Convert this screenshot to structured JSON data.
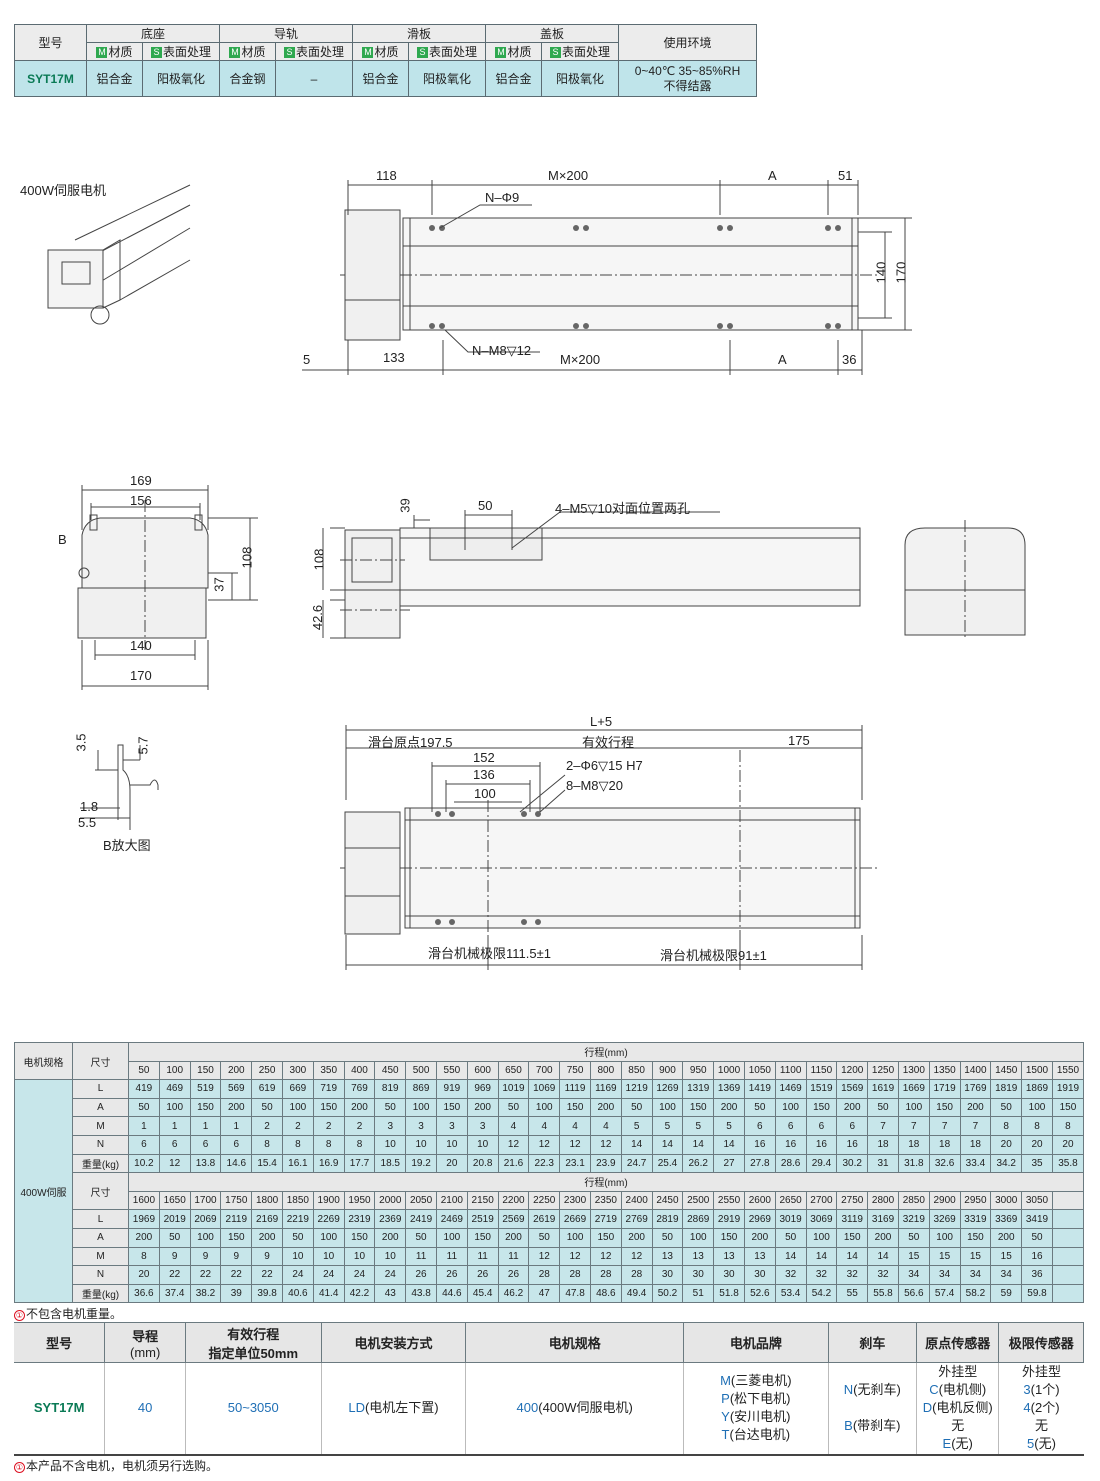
{
  "material": {
    "headers": {
      "model": "型号",
      "base": "底座",
      "rail": "导轨",
      "slider": "滑板",
      "cover": "盖板",
      "env": "使用环境",
      "mat": "材质",
      "surf": "表面处理",
      "tag_m": "M",
      "tag_s": "S"
    },
    "row": {
      "model": "SYT17M",
      "base_mat": "铝合金",
      "base_surf": "阳极氧化",
      "rail_mat": "合金钢",
      "rail_surf": "–",
      "slider_mat": "铝合金",
      "slider_surf": "阳极氧化",
      "cover_mat": "铝合金",
      "cover_surf": "阳极氧化",
      "env1": "0~40℃ 35~85%RH",
      "env2": "不得结露"
    }
  },
  "drawing": {
    "motor_label": "400W伺服电机",
    "top_view": {
      "d118": "118",
      "dM200": "M×200",
      "dA": "A",
      "d51": "51",
      "nphi9": "N–Φ9",
      "d140": "140",
      "d170": "170",
      "d5": "5",
      "d133": "133",
      "nm8": "N–M8▽12",
      "dM200b": "M×200",
      "dAb": "A",
      "d36": "36"
    },
    "end_view": {
      "d169": "169",
      "d156": "156",
      "b": "B",
      "d37": "37",
      "d108": "108",
      "d140": "140",
      "d170": "170"
    },
    "side_view": {
      "d39": "39",
      "d50": "50",
      "holes": "4–M5▽10对面位置两孔",
      "d108": "108",
      "d426": "42.6"
    },
    "detail_b": {
      "d35": "3.5",
      "d57": "5.7",
      "d18": "1.8",
      "d55": "5.5",
      "caption": "B放大图"
    },
    "bottom_view": {
      "l5": "L+5",
      "origin": "滑台原点197.5",
      "stroke": "有效行程",
      "d175": "175",
      "d152": "152",
      "d136": "136",
      "d100": "100",
      "phi6": "2–Φ6▽15 H7",
      "m8": "8–M8▽20",
      "limit1": "滑台机械极限111.5±1",
      "limit2": "滑台机械极限91±1"
    }
  },
  "spec": {
    "motor_col": "电机规格",
    "size_col": "尺寸",
    "stroke_hdr": "行程(mm)",
    "motor": "400W伺服",
    "row_labels": [
      "L",
      "A",
      "M",
      "N",
      "重量(kg)"
    ],
    "block1": {
      "strokes": [
        "50",
        "100",
        "150",
        "200",
        "250",
        "300",
        "350",
        "400",
        "450",
        "500",
        "550",
        "600",
        "650",
        "700",
        "750",
        "800",
        "850",
        "900",
        "950",
        "1000",
        "1050",
        "1100",
        "1150",
        "1200",
        "1250",
        "1300",
        "1350",
        "1400",
        "1450",
        "1500",
        "1550"
      ],
      "L": [
        "419",
        "469",
        "519",
        "569",
        "619",
        "669",
        "719",
        "769",
        "819",
        "869",
        "919",
        "969",
        "1019",
        "1069",
        "1119",
        "1169",
        "1219",
        "1269",
        "1319",
        "1369",
        "1419",
        "1469",
        "1519",
        "1569",
        "1619",
        "1669",
        "1719",
        "1769",
        "1819",
        "1869",
        "1919"
      ],
      "A": [
        "50",
        "100",
        "150",
        "200",
        "50",
        "100",
        "150",
        "200",
        "50",
        "100",
        "150",
        "200",
        "50",
        "100",
        "150",
        "200",
        "50",
        "100",
        "150",
        "200",
        "50",
        "100",
        "150",
        "200",
        "50",
        "100",
        "150",
        "200",
        "50",
        "100",
        "150"
      ],
      "M": [
        "1",
        "1",
        "1",
        "1",
        "2",
        "2",
        "2",
        "2",
        "3",
        "3",
        "3",
        "3",
        "4",
        "4",
        "4",
        "4",
        "5",
        "5",
        "5",
        "5",
        "6",
        "6",
        "6",
        "6",
        "7",
        "7",
        "7",
        "7",
        "8",
        "8",
        "8"
      ],
      "N": [
        "6",
        "6",
        "6",
        "6",
        "8",
        "8",
        "8",
        "8",
        "10",
        "10",
        "10",
        "10",
        "12",
        "12",
        "12",
        "12",
        "14",
        "14",
        "14",
        "14",
        "16",
        "16",
        "16",
        "16",
        "18",
        "18",
        "18",
        "18",
        "20",
        "20",
        "20"
      ],
      "W": [
        "10.2",
        "12",
        "13.8",
        "14.6",
        "15.4",
        "16.1",
        "16.9",
        "17.7",
        "18.5",
        "19.2",
        "20",
        "20.8",
        "21.6",
        "22.3",
        "23.1",
        "23.9",
        "24.7",
        "25.4",
        "26.2",
        "27",
        "27.8",
        "28.6",
        "29.4",
        "30.2",
        "31",
        "31.8",
        "32.6",
        "33.4",
        "34.2",
        "35",
        "35.8"
      ]
    },
    "block2": {
      "strokes": [
        "1600",
        "1650",
        "1700",
        "1750",
        "1800",
        "1850",
        "1900",
        "1950",
        "2000",
        "2050",
        "2100",
        "2150",
        "2200",
        "2250",
        "2300",
        "2350",
        "2400",
        "2450",
        "2500",
        "2550",
        "2600",
        "2650",
        "2700",
        "2750",
        "2800",
        "2850",
        "2900",
        "2950",
        "3000",
        "3050"
      ],
      "L": [
        "1969",
        "2019",
        "2069",
        "2119",
        "2169",
        "2219",
        "2269",
        "2319",
        "2369",
        "2419",
        "2469",
        "2519",
        "2569",
        "2619",
        "2669",
        "2719",
        "2769",
        "2819",
        "2869",
        "2919",
        "2969",
        "3019",
        "3069",
        "3119",
        "3169",
        "3219",
        "3269",
        "3319",
        "3369",
        "3419"
      ],
      "A": [
        "200",
        "50",
        "100",
        "150",
        "200",
        "50",
        "100",
        "150",
        "200",
        "50",
        "100",
        "150",
        "200",
        "50",
        "100",
        "150",
        "200",
        "50",
        "100",
        "150",
        "200",
        "50",
        "100",
        "150",
        "200",
        "50",
        "100",
        "150",
        "200",
        "50"
      ],
      "M": [
        "8",
        "9",
        "9",
        "9",
        "9",
        "10",
        "10",
        "10",
        "10",
        "11",
        "11",
        "11",
        "11",
        "12",
        "12",
        "12",
        "12",
        "13",
        "13",
        "13",
        "13",
        "14",
        "14",
        "14",
        "14",
        "15",
        "15",
        "15",
        "15",
        "16"
      ],
      "N": [
        "20",
        "22",
        "22",
        "22",
        "22",
        "24",
        "24",
        "24",
        "24",
        "26",
        "26",
        "26",
        "26",
        "28",
        "28",
        "28",
        "28",
        "30",
        "30",
        "30",
        "30",
        "32",
        "32",
        "32",
        "32",
        "34",
        "34",
        "34",
        "34",
        "36"
      ],
      "W": [
        "36.6",
        "37.4",
        "38.2",
        "39",
        "39.8",
        "40.6",
        "41.4",
        "42.2",
        "43",
        "43.8",
        "44.6",
        "45.4",
        "46.2",
        "47",
        "47.8",
        "48.6",
        "49.4",
        "50.2",
        "51",
        "51.8",
        "52.6",
        "53.4",
        "54.2",
        "55",
        "55.8",
        "56.6",
        "57.4",
        "58.2",
        "59",
        "59.8"
      ]
    },
    "note": "不包含电机重量。"
  },
  "order": {
    "headers": [
      "型号",
      "导程",
      "(mm)",
      "有效行程",
      "指定单位50mm",
      "电机安装方式",
      "电机规格",
      "电机品牌",
      "刹车",
      "原点传感器",
      "极限传感器"
    ],
    "model": "SYT17M",
    "lead": "40",
    "stroke": "50~3050",
    "mount_code": "LD",
    "mount_text": "(电机左下置)",
    "spec_code": "400",
    "spec_text": "(400W伺服电机)",
    "brands": [
      {
        "code": "M",
        "text": "(三菱电机)"
      },
      {
        "code": "P",
        "text": "(松下电机)"
      },
      {
        "code": "Y",
        "text": "(安川电机)"
      },
      {
        "code": "T",
        "text": "(台达电机)"
      }
    ],
    "brakes": [
      {
        "code": "N",
        "text": "(无刹车)"
      },
      {
        "code": "B",
        "text": "(带刹车)"
      }
    ],
    "origin": {
      "type": "外挂型",
      "c": "C",
      "c_text": "(电机侧)",
      "d": "D",
      "d_text": "(电机反侧)",
      "none": "无",
      "e": "E",
      "e_text": "(无)"
    },
    "limit": {
      "type": "外挂型",
      "a": "3",
      "a_text": "(1个)",
      "b": "4",
      "b_text": "(2个)",
      "none": "无",
      "c": "5",
      "c_text": "(无)"
    }
  },
  "footnote": "本产品不含电机，电机须另行选购。",
  "note_mark": "①"
}
